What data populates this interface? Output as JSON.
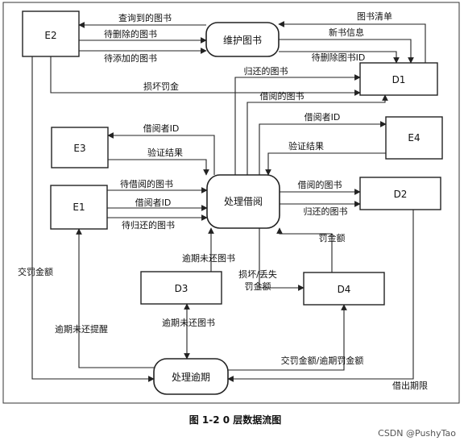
{
  "nodes": {
    "E2": "E2",
    "maintain": "维护图书",
    "D1": "D1",
    "E3": "E3",
    "E4": "E4",
    "E1": "E1",
    "process_borrow": "处理借阅",
    "D2": "D2",
    "D3": "D3",
    "D4": "D4",
    "process_overdue": "处理逾期"
  },
  "flows": {
    "query_books": "查询到的图书",
    "to_delete_books": "待删除的图书",
    "to_add_books": "待添加的图书",
    "book_list": "图书清单",
    "new_book_info": "新书信息",
    "to_delete_book_id": "待删除图书ID",
    "damage_fine": "损坏罚金",
    "returned_books_d1": "归还的图书",
    "borrowed_books_d1": "借阅的图书",
    "borrower_id_e3": "借阅者ID",
    "verify_result_e3": "验证结果",
    "borrower_id_e4": "借阅者ID",
    "verify_result_e4": "验证结果",
    "to_borrow_books": "待借阅的图书",
    "borrower_id_e1": "借阅者ID",
    "to_return_books": "待归还的图书",
    "borrowed_books_d2": "借阅的图书",
    "returned_books_d2": "归还的图书",
    "fine_amount": "罚金额",
    "overdue_unreturned_d3": "逾期未还图书",
    "damage_lost_1": "损坏/丢失",
    "damage_lost_2": "罚金额",
    "paid_fine": "交罚金额",
    "overdue_reminder": "逾期未还提醒",
    "overdue_unreturned_2": "逾期未还图书",
    "paid_and_overdue_fine": "交罚金额/逾期罚金额",
    "borrow_deadline": "借出期限"
  },
  "caption": "图 1-2   0 层数据流图",
  "watermark": "CSDN @PushyTao"
}
